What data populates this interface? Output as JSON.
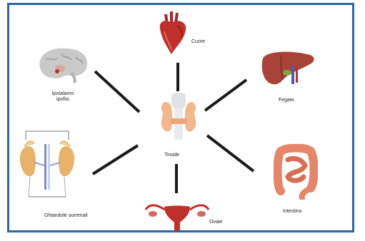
{
  "center": {
    "label": "Tiroide",
    "icon": "thyroid-icon"
  },
  "organs": [
    {
      "id": "heart",
      "label": "Cuore",
      "icon": "heart-icon"
    },
    {
      "id": "liver",
      "label": "Fegato",
      "icon": "liver-icon"
    },
    {
      "id": "intestine",
      "label": "Intestino",
      "icon": "intestine-icon"
    },
    {
      "id": "ovary",
      "label": "Ovaie",
      "icon": "uterus-ovary-icon"
    },
    {
      "id": "adrenal",
      "label": "Ghiandole surrenali",
      "icon": "adrenal-glands-icon"
    },
    {
      "id": "brain",
      "label": "Ipotalamo ipofisi",
      "icon": "brain-hypothalamus-icon"
    }
  ],
  "colors": {
    "frame": "#2b66a8",
    "connector": "#1a1a1a",
    "organ_red": "#c0302b",
    "liver": "#a8433a",
    "intestine": "#e5866a",
    "adrenal": "#e8b26a",
    "brain": "#c9c9c9"
  }
}
